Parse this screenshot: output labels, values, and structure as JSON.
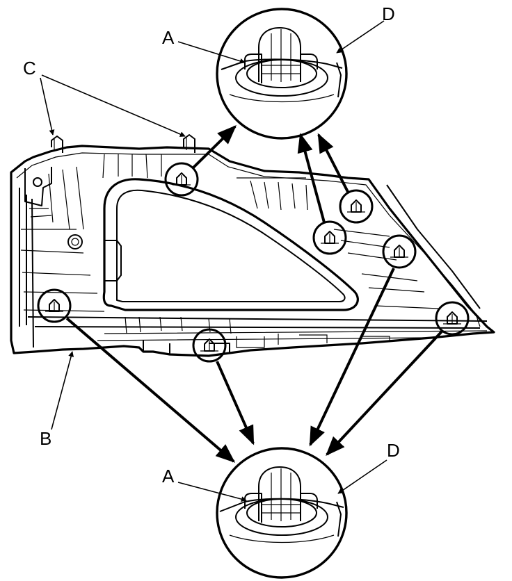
{
  "labels": {
    "clip": "A",
    "panel": "B",
    "tabs": "C",
    "seat": "D"
  },
  "colors": {
    "ink": "#000000",
    "paper": "#ffffff"
  }
}
